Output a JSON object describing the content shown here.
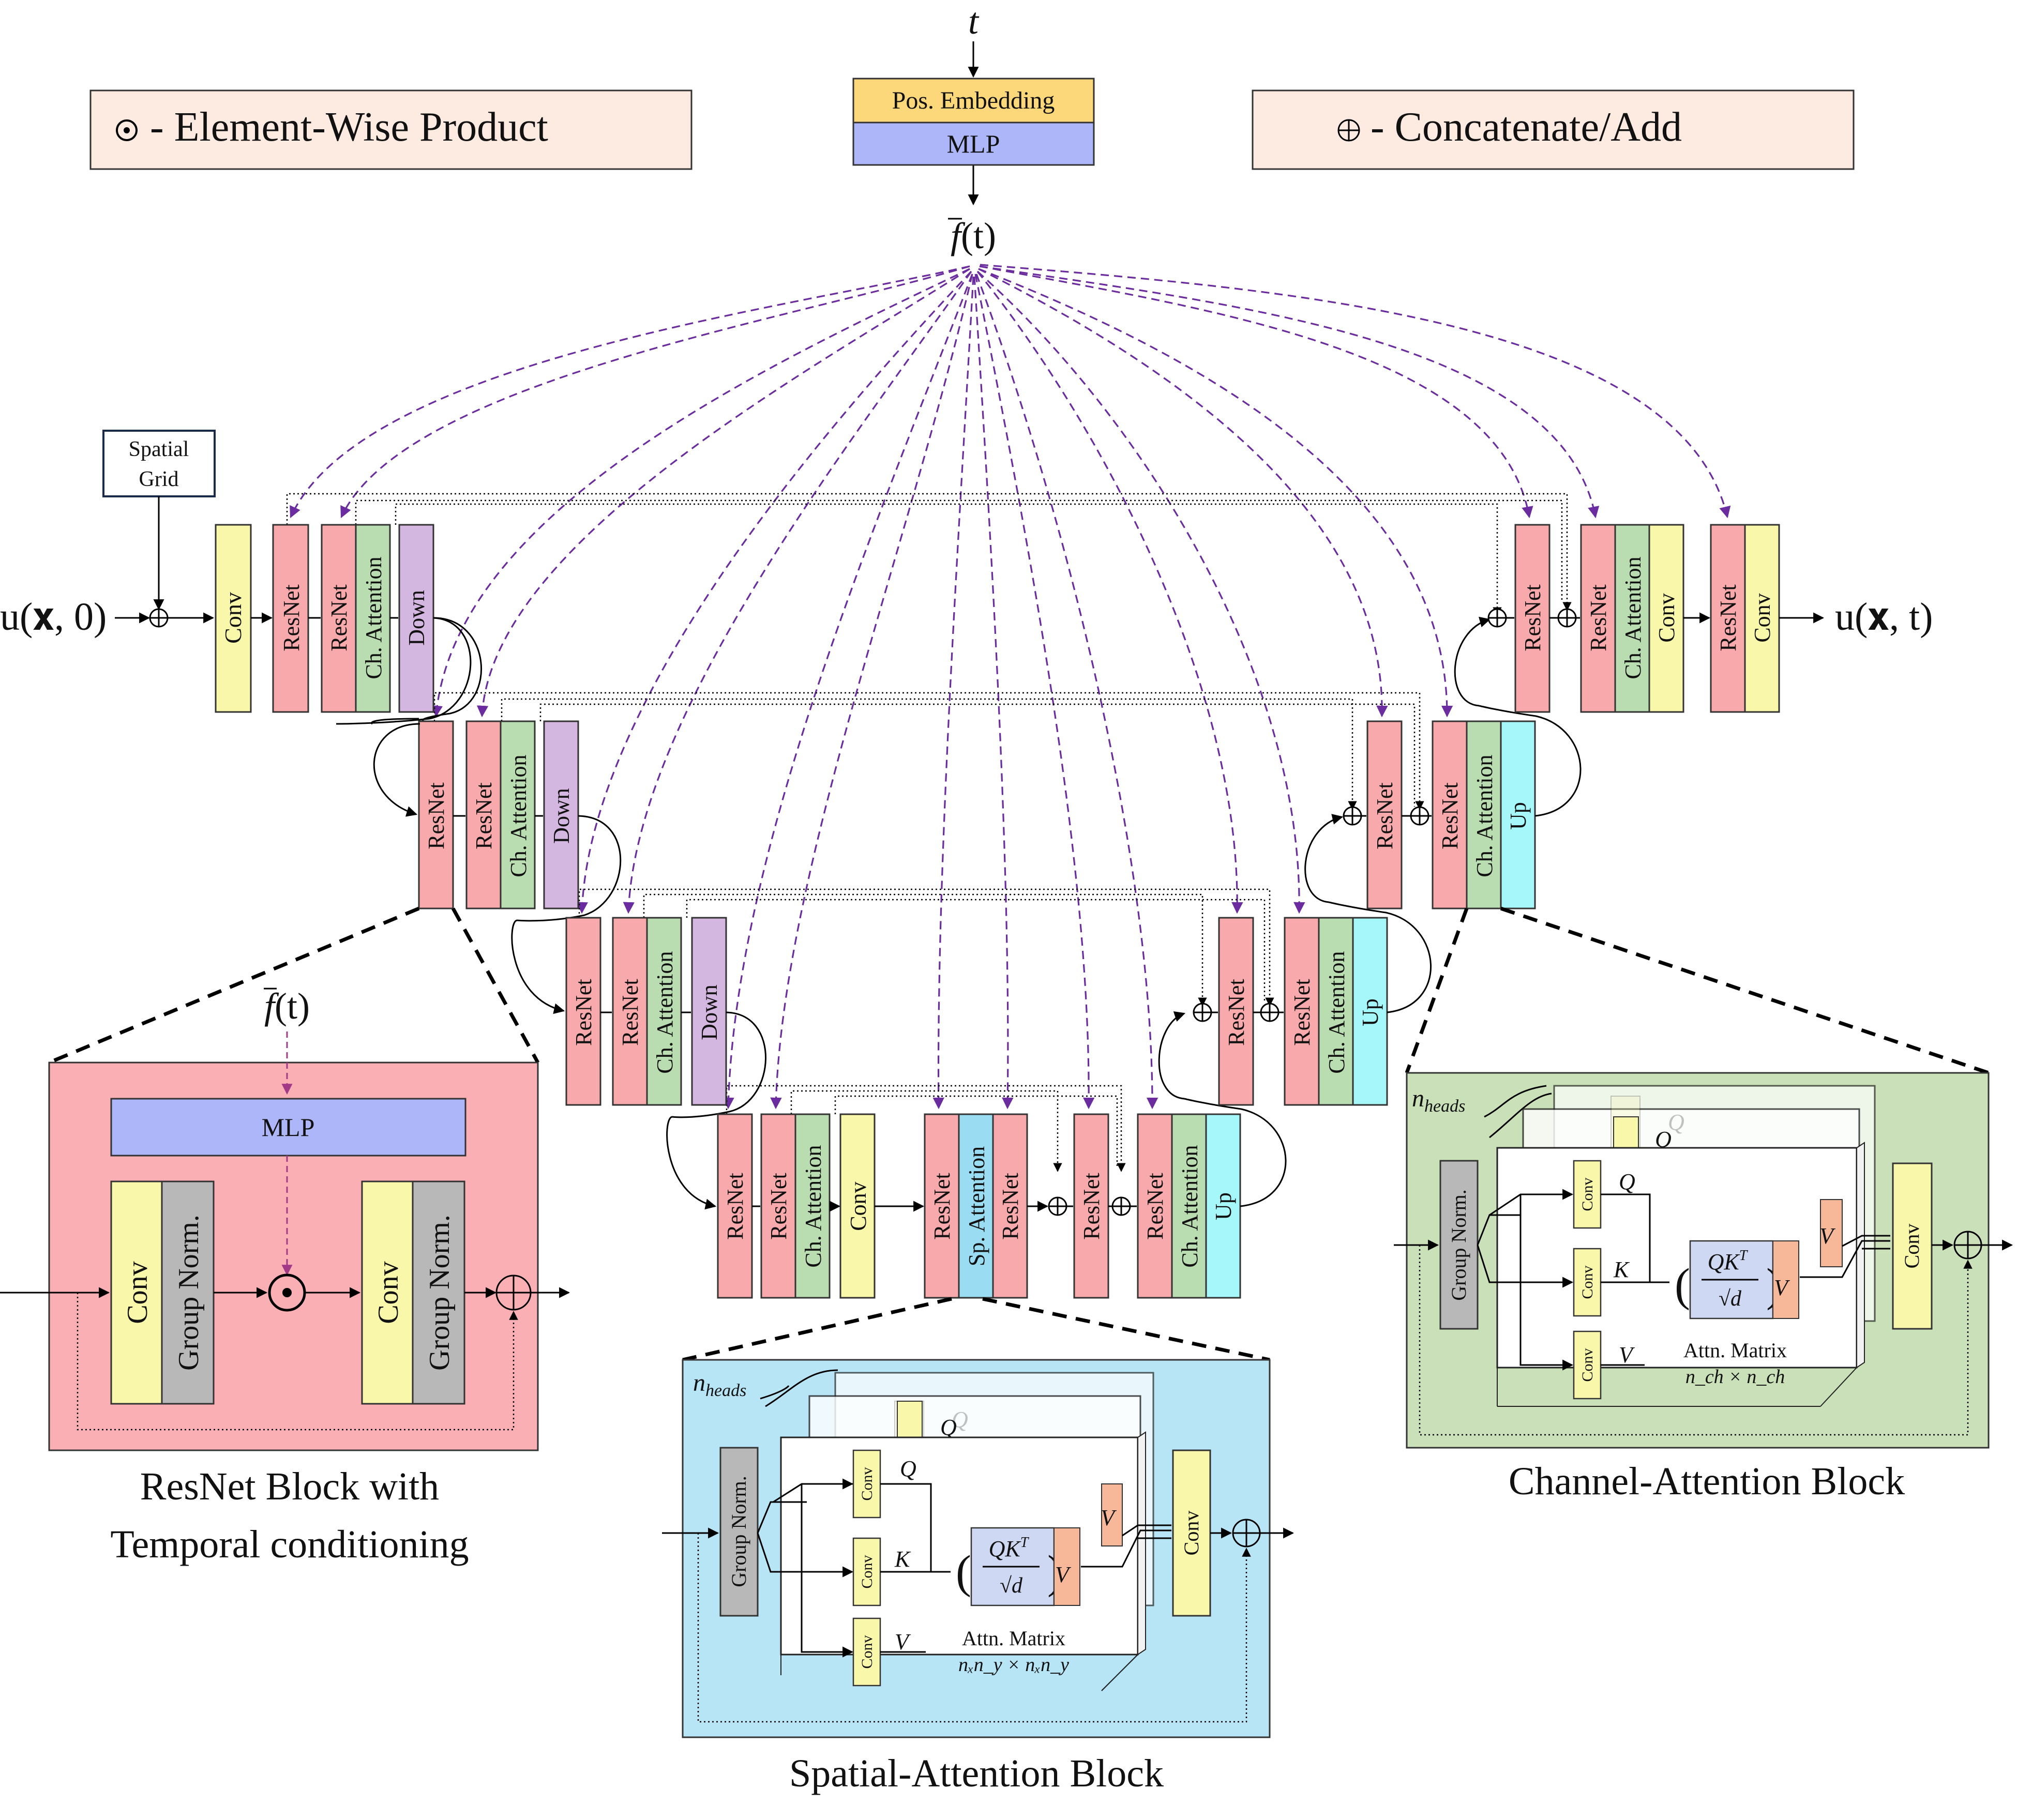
{
  "colors": {
    "resnet": "#f8a9ac",
    "ch_attention": "#b9dcb0",
    "down": "#d4b7e0",
    "conv": "#f8f7aa",
    "up": "#a6f7fa",
    "sp_attention": "#9adcf2",
    "pos_embedding": "#fcd87a",
    "mlp": "#adb6f8",
    "legend_bg": "#fdeae0",
    "resnet_panel": "#f9afb4",
    "spatial_panel": "#b7e5f6",
    "channel_panel": "#c9e0b8",
    "group_norm": "#b8b8b8",
    "attn_matrix": "#cfd8f2",
    "v_block": "#f6b898",
    "arrow_purple": "#6a2c9f"
  },
  "input": {
    "t_symbol": "t",
    "pos_embedding": "Pos. Embedding",
    "mlp": "MLP",
    "f_t_base": "f",
    "f_t_arg": "(t)"
  },
  "legend": {
    "product": "- Element-Wise Product",
    "concat": "- Concatenate/Add"
  },
  "unet": {
    "spatial_grid_line1": "Spatial",
    "spatial_grid_line2": "Grid",
    "input_label": "u(𝐱, 0)",
    "output_label": "u(𝐱, t)",
    "conv": "Conv",
    "resnet": "ResNet",
    "ch_attention": "Ch. Attention",
    "sp_attention": "Sp. Attention",
    "down": "Down",
    "up": "Up"
  },
  "resnet_block": {
    "title_line1": "ResNet Block with",
    "title_line2": "Temporal conditioning",
    "f_t_base": "f",
    "f_t_arg": "(t)",
    "mlp": "MLP",
    "conv": "Conv",
    "group_norm": "Group Norm."
  },
  "spatial_block": {
    "title": "Spatial-Attention Block",
    "n": "n",
    "heads": "heads",
    "group_norm": "Group Norm.",
    "conv": "Conv",
    "q": "Q",
    "k": "K",
    "v": "V",
    "attn_num": "QK",
    "attn_sup": "T",
    "attn_den": "√d",
    "attn_label": "Attn. Matrix",
    "attn_dims": "nₓn_y × nₓn_y"
  },
  "channel_block": {
    "title": "Channel-Attention Block",
    "n": "n",
    "heads": "heads",
    "group_norm": "Group Norm.",
    "conv": "Conv",
    "q": "Q",
    "k": "K",
    "v": "V",
    "attn_num": "QK",
    "attn_sup": "T",
    "attn_den": "√d",
    "attn_label": "Attn. Matrix",
    "attn_dims": "n_ch × n_ch"
  }
}
